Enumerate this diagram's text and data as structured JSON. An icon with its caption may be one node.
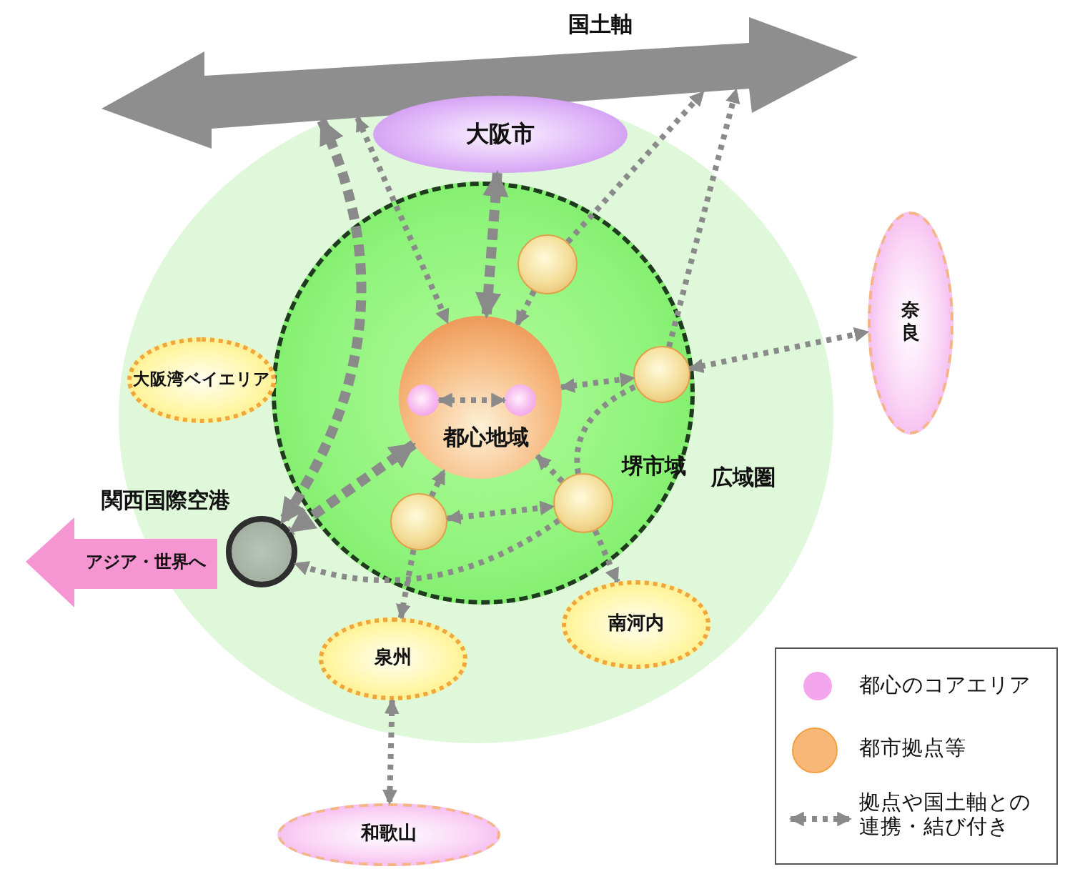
{
  "diagram": {
    "nodes": [
      {
        "text": [
          "国土軸"
        ]
      },
      {
        "text": [
          "大阪市"
        ],
        "in": 2
      },
      {
        "text": [
          "広域圏"
        ]
      },
      {
        "text": [],
        "shape": "circle",
        "in": 2
      },
      {
        "text": [
          "都心地域"
        ],
        "in": 3
      },
      {
        "text": [],
        "shape": "circle",
        "in": 4
      },
      {
        "text": [],
        "shape": "circle",
        "in": 4
      },
      {
        "text": [],
        "shape": "circle",
        "in": 3
      },
      {
        "text": [],
        "shape": "circle",
        "in": 3
      },
      {
        "text": [],
        "shape": "circle",
        "in": 3
      },
      {
        "text": [],
        "shape": "circle",
        "in": 3,
        "beside": [
          "堺市域"
        ]
      },
      {
        "text": [
          "大阪湾ベイエリア"
        ],
        "in": 2
      },
      {
        "text": [
          "関西国際空港"
        ],
        "in": 2
      },
      {
        "text": [
          "アジア・世界へ"
        ]
      },
      {
        "text": [
          "奈良"
        ]
      },
      {
        "text": [
          "南河内"
        ],
        "in": 2
      },
      {
        "text": [
          "泉州"
        ],
        "in": 2
      },
      {
        "text": [
          "和歌山"
        ]
      }
    ],
    "edges": [
      {
        "from": 1,
        "to": 4,
        "arrow": "both",
        "style": "dashed"
      },
      {
        "from": 0,
        "to": 12,
        "arrow": "both",
        "style": "dashed"
      },
      {
        "from": 0,
        "to": 4,
        "arrow": "both"
      },
      {
        "from": 7,
        "to": 0,
        "arrow": "to"
      },
      {
        "from": 8,
        "to": 0,
        "arrow": "to"
      },
      {
        "from": 8,
        "to": 14,
        "arrow": "both"
      },
      {
        "from": 4,
        "to": 8,
        "arrow": "both"
      },
      {
        "from": 5,
        "to": 6,
        "arrow": "both"
      },
      {
        "from": 4,
        "to": 12,
        "arrow": "both",
        "style": "dashed"
      },
      {
        "from": 9,
        "to": 10,
        "arrow": "both"
      },
      {
        "from": 10,
        "to": 12,
        "arrow": "to"
      },
      {
        "from": 9,
        "to": 4,
        "arrow": "to"
      },
      {
        "from": 9,
        "to": 16,
        "arrow": "to"
      },
      {
        "from": 10,
        "to": 15,
        "arrow": "to"
      },
      {
        "from": 10,
        "to": 4,
        "arrow": "to"
      },
      {
        "from": 10,
        "to": 8,
        "arrow": "none"
      },
      {
        "from": 16,
        "to": 17,
        "arrow": "both"
      },
      {
        "from": 7,
        "to": 4,
        "arrow": "to"
      }
    ],
    "legend": [
      {
        "text": "都心のコアエリア",
        "color": "#f4a6ec"
      },
      {
        "text": "都市拠点等",
        "color": "#f7b877"
      },
      {
        "text": "拠点や国土軸との連携・結び付き"
      }
    ]
  }
}
